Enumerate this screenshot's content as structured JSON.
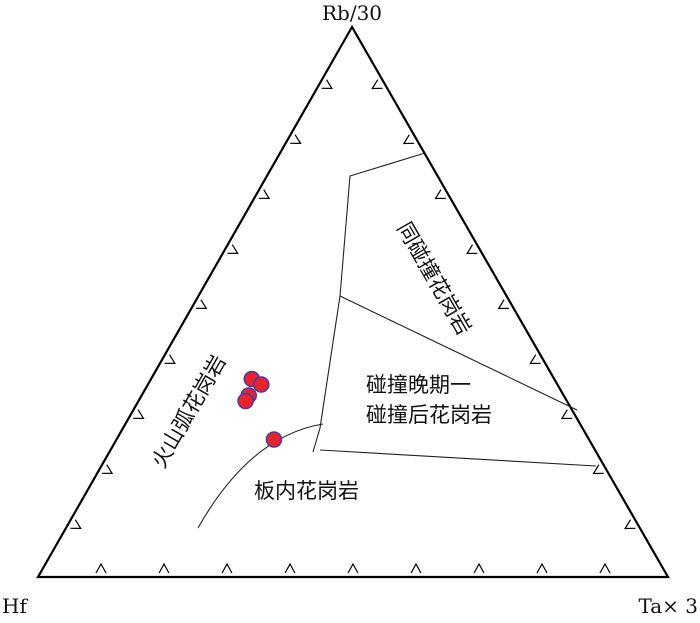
{
  "chart_data": {
    "type": "scatter",
    "diagram": "ternary",
    "vertices": {
      "top": "Rb/30",
      "left": "Hf",
      "right": "Ta× 3"
    },
    "field_labels": {
      "syn_collision": "同碰撞花岗岩",
      "late_collision_line1": "碰撞晚期一",
      "late_collision_line2": "碰撞后花岗岩",
      "volcanic_arc": "火山弧花岗岩",
      "within_plate": "板内花岗岩"
    },
    "point_style": {
      "fill": "#e8242a",
      "stroke": "#4b3aa8"
    },
    "points": [
      {
        "rb": 0.36,
        "hf": 0.48,
        "ta": 0.16
      },
      {
        "rb": 0.35,
        "hf": 0.47,
        "ta": 0.18
      },
      {
        "rb": 0.33,
        "hf": 0.5,
        "ta": 0.17
      },
      {
        "rb": 0.32,
        "hf": 0.51,
        "ta": 0.17
      },
      {
        "rb": 0.25,
        "hf": 0.5,
        "ta": 0.25
      }
    ]
  }
}
